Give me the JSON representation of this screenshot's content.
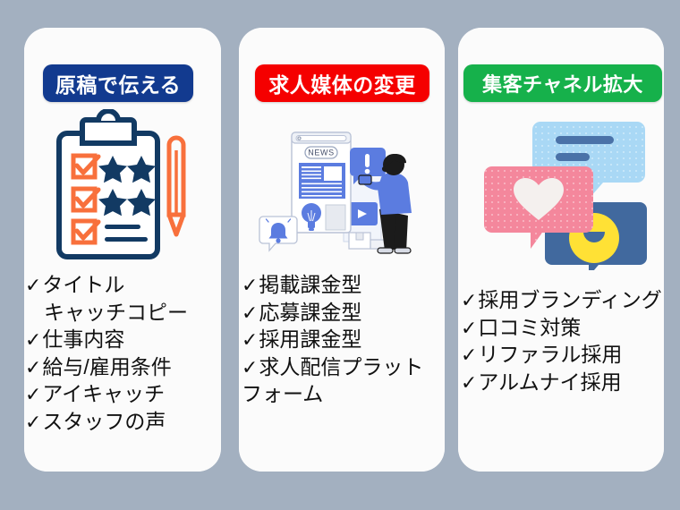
{
  "page": {
    "background_color": "#a3b0c0",
    "card_background": "#fbfbfb",
    "text_color": "#111111",
    "check_glyph": "✓"
  },
  "cards": [
    {
      "id": "card-1",
      "badge": {
        "label": "原稿で伝える",
        "color": "#123a8f",
        "text_color": "#ffffff"
      },
      "illustration": {
        "name": "clipboard-checklist-pencil-illustration",
        "colors": {
          "navy": "#123a63",
          "orange": "#f8703c"
        }
      },
      "items": [
        {
          "check": "✓",
          "text": "タイトル",
          "continuation": false
        },
        {
          "check": "",
          "text": "キャッチコピー",
          "continuation": true
        },
        {
          "check": "✓",
          "text": "仕事内容",
          "continuation": false
        },
        {
          "check": "✓",
          "text": "給与/雇用条件",
          "continuation": false
        },
        {
          "check": "✓",
          "text": "アイキャッチ",
          "continuation": false
        },
        {
          "check": "✓",
          "text": "スタッフの声",
          "continuation": false
        }
      ]
    },
    {
      "id": "card-2",
      "badge": {
        "label": "求人媒体の変更",
        "color": "#f50000",
        "text_color": "#ffffff"
      },
      "illustration": {
        "name": "person-news-media-illustration",
        "colors": {
          "blue": "#5b7ce0",
          "dark": "#1b1b1b",
          "light": "#eef1f8"
        },
        "screen_label": "NEWS"
      },
      "items": [
        {
          "check": "✓",
          "text": "掲載課金型",
          "continuation": false
        },
        {
          "check": "✓",
          "text": "応募課金型",
          "continuation": false
        },
        {
          "check": "✓",
          "text": "採用課金型",
          "continuation": false
        },
        {
          "check": "✓",
          "text": "求人配信プラット",
          "continuation": false
        },
        {
          "check": "",
          "text": "フォーム",
          "continuation": false
        }
      ]
    },
    {
      "id": "card-3",
      "badge": {
        "label": "集客チャネル拡大",
        "color": "#16b14b",
        "text_color": "#ffffff"
      },
      "illustration": {
        "name": "chat-bubbles-heart-smiley-illustration",
        "colors": {
          "light_blue": "#a9d8f5",
          "pink": "#f4879c",
          "steel_blue": "#41699e",
          "yellow": "#ffe135",
          "bar_blue": "#4a72a8"
        }
      },
      "items": [
        {
          "check": "✓",
          "text": "採用ブランディング",
          "continuation": false
        },
        {
          "check": "✓",
          "text": "口コミ対策",
          "continuation": false
        },
        {
          "check": "✓",
          "text": "リファラル採用",
          "continuation": false
        },
        {
          "check": "✓",
          "text": "アルムナイ採用",
          "continuation": false
        }
      ]
    }
  ]
}
